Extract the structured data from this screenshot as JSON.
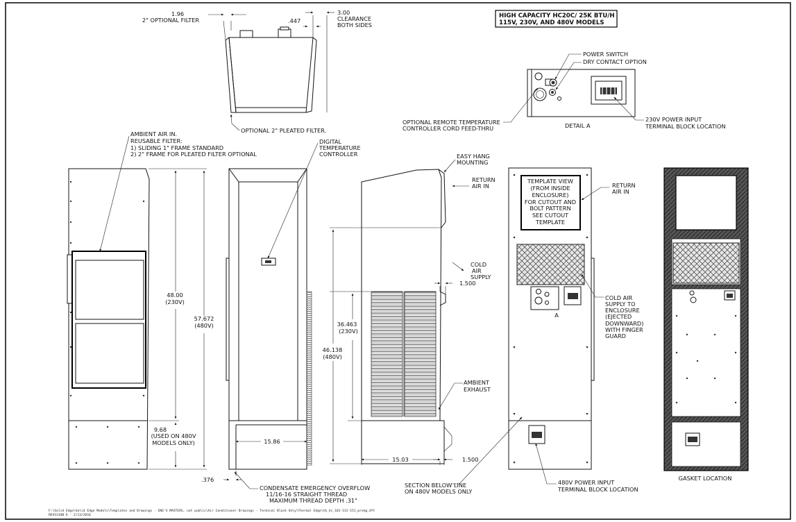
{
  "title": {
    "line1": "HIGH CAPACITY HC20C/ 25K BTU/H",
    "line2": "115V, 230V, AND 480V MODELS"
  },
  "top_view": {
    "dim_filter_value": "1.96",
    "dim_filter_label": "2\" OPTIONAL FILTER",
    "dim_clearance_value": "3.00",
    "dim_clearance_line1": "CLEARANCE",
    "dim_clearance_line2": "BOTH SIDES",
    "dim_447": ".447",
    "pleated_filter": "OPTIONAL 2\" PLEATED FILTER."
  },
  "detail_a": {
    "power_switch": "POWER SWITCH",
    "dry_contact": "DRY CONTACT OPTION",
    "remote_line1": "OPTIONAL REMOTE TEMPERATURE",
    "remote_line2": "CONTROLLER CORD FEED-THRU",
    "label": "DETAIL A",
    "power_input_line1": "230V POWER INPUT",
    "power_input_line2": "TERMINAL BLOCK LOCATION"
  },
  "side_view": {
    "ambient_line1": "AMBIENT AIR IN.",
    "ambient_line2": "REUSABLE FILTER:",
    "ambient_line3": "1) SLIDING 1\" FRAME STANDARD",
    "ambient_line4": "2) 2\" FRAME FOR PLEATED FILTER OPTIONAL",
    "dim_48": "48.00",
    "dim_48_sub": "(230V)",
    "dim_57": "57.672",
    "dim_57_sub": "(480V)",
    "dim_968": "9.68",
    "dim_968_sub1": "(USED ON 480V",
    "dim_968_sub2": "MODELS ONLY)",
    "dim_376": ".376"
  },
  "front_view": {
    "digital_line1": "DIGITAL",
    "digital_line2": "TEMPERATURE",
    "digital_line3": "CONTROLLER",
    "dim_1586": "15.86",
    "condensate_line1": "CONDENSATE EMERGENCY OVERFLOW",
    "condensate_line2": "11/16-16 STRAIGHT THREAD",
    "condensate_line3": "MAXIMUM THREAD DEPTH .31\""
  },
  "rear_view": {
    "easy_hang_line1": "EASY HANG",
    "easy_hang_line2": "MOUNTING",
    "return_line1": "RETURN",
    "return_line2": "AIR IN",
    "cold_line1": "COLD",
    "cold_line2": "AIR",
    "cold_line3": "SUPPLY",
    "dim_1500_top": "1.500",
    "dim_36463": "36.463",
    "dim_36463_sub": "(230V)",
    "dim_46138": "46.138",
    "dim_46138_sub": "(480V)",
    "ambient_exhaust_line1": "AMBIENT",
    "ambient_exhaust_line2": "EXHAUST",
    "dim_1503": "15.03",
    "dim_1500_bottom": "1.500",
    "section_line1": "SECTION BELOW LINE",
    "section_line2": "ON 480V MODELS ONLY"
  },
  "enclosure_view": {
    "template_line1": "TEMPLATE VIEW",
    "template_line2": "(FROM INSIDE",
    "template_line3": "ENCLOSURE)",
    "template_line4": "FOR CUTOUT AND",
    "template_line5": "BOLT PATTERN",
    "template_line6": "SEE CUTOUT",
    "template_line7": "TEMPLATE",
    "return_line1": "RETURN",
    "return_line2": "AIR IN",
    "cold_line1": "COLD AIR",
    "cold_line2": "SUPPLY TO",
    "cold_line3": "ENCLOSURE",
    "cold_line4": "(EJECTED",
    "cold_line5": "DOWNWARD)",
    "cold_line6": "WITH FINGER",
    "cold_line7": "GUARD",
    "detail_marker": "A",
    "power480_line1": "480V POWER INPUT",
    "power480_line2": "TERMINAL BLOCK LOCATION"
  },
  "gasket_view": {
    "label": "GASKET LOCATION"
  },
  "footer": {
    "path": "F:\\Solid Edge\\Solid Edge Models\\Templates and Drawings - ENG'S MASTERS, not public\\Air Conditioner Drawings - Terminal Block Only\\Thermal Edge\\tb_hc_101-131-151_prvmg.dft",
    "revision": "REVISION 6 - 2/13/2016"
  }
}
